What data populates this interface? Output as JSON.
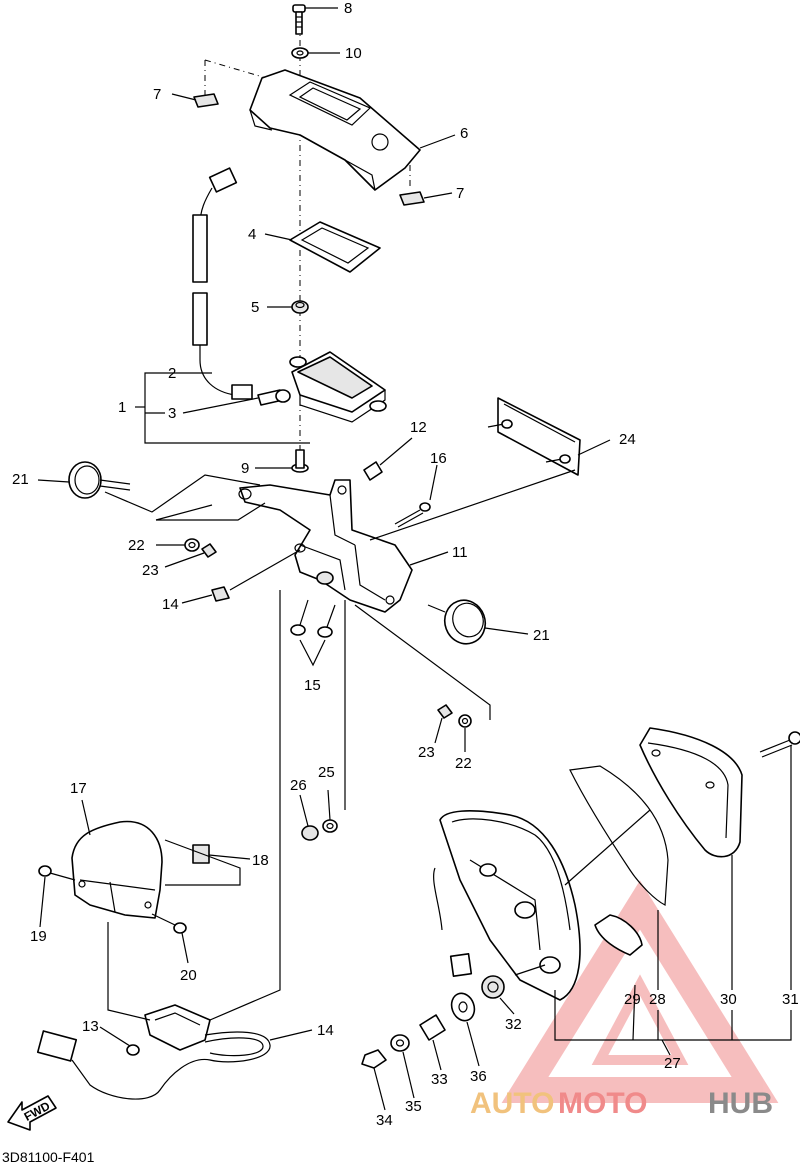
{
  "diagram": {
    "part_numbers": [
      "1",
      "2",
      "3",
      "4",
      "5",
      "6",
      "7",
      "7",
      "8",
      "9",
      "10",
      "11",
      "12",
      "13",
      "14",
      "15",
      "16",
      "17",
      "18",
      "19",
      "20",
      "20",
      "21",
      "21",
      "22",
      "22",
      "23",
      "23",
      "24",
      "25",
      "26",
      "27",
      "28",
      "29",
      "30",
      "31",
      "32",
      "33",
      "34",
      "35",
      "36"
    ],
    "drawing_code": "3D81100-F401",
    "direction_label": "FWD"
  },
  "watermark": {
    "part1": "AUTO",
    "part2": "MOTO",
    "part3": "HUB",
    "colors": {
      "auto": "#f1c27d",
      "moto": "#f08a8a",
      "hub": "#8a8a8a",
      "triangle": "#f08a8a"
    }
  }
}
